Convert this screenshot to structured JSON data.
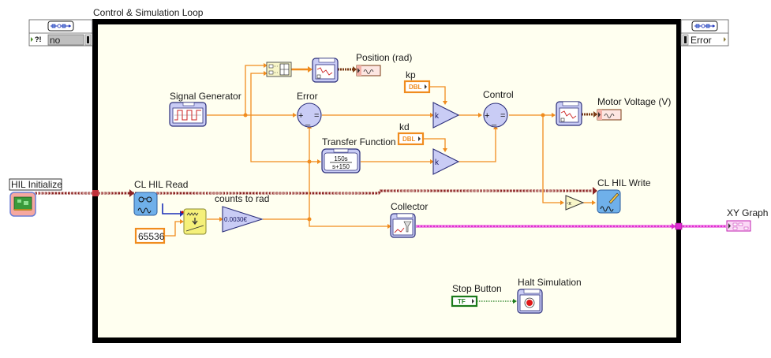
{
  "loop": {
    "title": "Control & Simulation Loop",
    "left_terminal": {
      "value": "no",
      "indicator": "?!"
    },
    "right_terminal": {
      "value": "Error"
    },
    "background_color": "#fffff0",
    "border_color": "#000000"
  },
  "nodes": {
    "hil_initialize": {
      "label": "HIL Initialize"
    },
    "cl_hil_read": {
      "label": "CL HIL Read"
    },
    "constant_65536": {
      "value": "65536"
    },
    "counts_to_rad": {
      "label": "counts to rad",
      "gain": "0.0030€"
    },
    "signal_generator": {
      "label": "Signal Generator"
    },
    "error_sum": {
      "label": "Error"
    },
    "position_indicator": {
      "label": "Position (rad)"
    },
    "kp": {
      "label": "kp",
      "type": "DBL"
    },
    "kd": {
      "label": "kd",
      "type": "DBL"
    },
    "transfer_function": {
      "label": "Transfer Function",
      "numerator": "150s",
      "denominator": "s+150"
    },
    "gain_k": "k",
    "control_sum": {
      "label": "Control"
    },
    "motor_voltage": {
      "label": "Motor Voltage (V)"
    },
    "cl_hil_write": {
      "label": "CL HIL Write"
    },
    "negate": {
      "symbol": "-x"
    },
    "collector": {
      "label": "Collector"
    },
    "xy_graph": {
      "label": "XY Graph"
    },
    "stop_button": {
      "label": "Stop Button",
      "type": "TF"
    },
    "halt_simulation": {
      "label": "Halt Simulation"
    }
  },
  "wire_colors": {
    "numeric": "#f08c1e",
    "hil_task": "#8b2323",
    "cluster": "#e02ad2",
    "boolean": "#1b7a1b",
    "integer": "#1a2fb8"
  }
}
